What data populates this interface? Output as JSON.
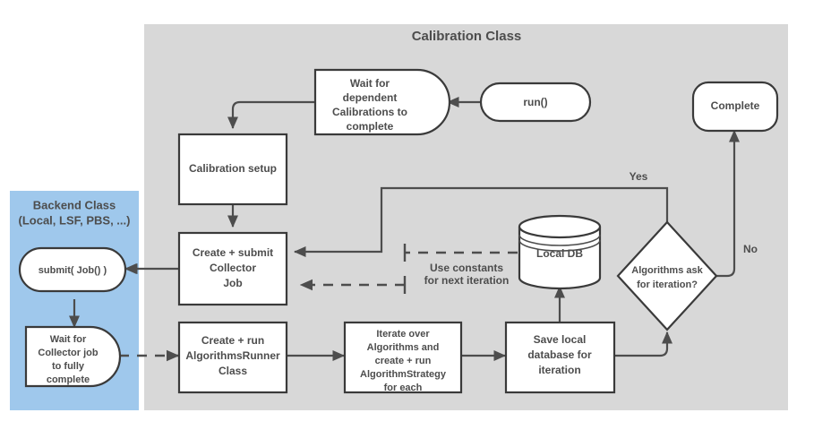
{
  "diagram": {
    "title_main": "Calibration Class",
    "containers": [
      {
        "id": "calibration-class",
        "label": "Calibration Class",
        "color": "#d8d8d8"
      },
      {
        "id": "backend-class",
        "label_line1": "Backend Class",
        "label_line2": "(Local, LSF, PBS, ...)",
        "color": "#9fc8ec"
      }
    ],
    "nodes": {
      "run": {
        "label": "run()",
        "shape": "stadium"
      },
      "wait_dependent": {
        "lines": [
          "Wait for",
          "dependent",
          "Calibrations to",
          "complete"
        ],
        "shape": "delay"
      },
      "calibration_setup": {
        "lines": [
          "Calibration setup"
        ],
        "shape": "rect"
      },
      "create_submit_collector": {
        "lines": [
          "Create + submit",
          "Collector",
          "Job"
        ],
        "shape": "rect"
      },
      "create_run_algorithmsrunner": {
        "lines": [
          "Create + run",
          "AlgorithmsRunner",
          "Class"
        ],
        "shape": "rect"
      },
      "iterate_algorithms": {
        "lines": [
          "Iterate over",
          "Algorithms and",
          "create + run",
          "AlgorithmStrategy",
          "for each"
        ],
        "shape": "rect"
      },
      "save_local_database": {
        "lines": [
          "Save local",
          "database for",
          "iteration"
        ],
        "shape": "rect"
      },
      "local_db": {
        "label": "Local DB",
        "shape": "cylinder"
      },
      "algorithms_ask": {
        "lines": [
          "Algorithms ask",
          "for iteration?"
        ],
        "shape": "diamond"
      },
      "complete": {
        "label": "Complete",
        "shape": "stadium"
      },
      "submit_job": {
        "label": "submit( Job() )",
        "shape": "stadium"
      },
      "wait_collector": {
        "lines": [
          "Wait for",
          "Collector job",
          "to fully",
          "complete"
        ],
        "shape": "delay"
      }
    },
    "edge_labels": {
      "yes": "Yes",
      "no": "No",
      "use_constants": [
        "Use constants",
        "for next iteration"
      ]
    }
  }
}
